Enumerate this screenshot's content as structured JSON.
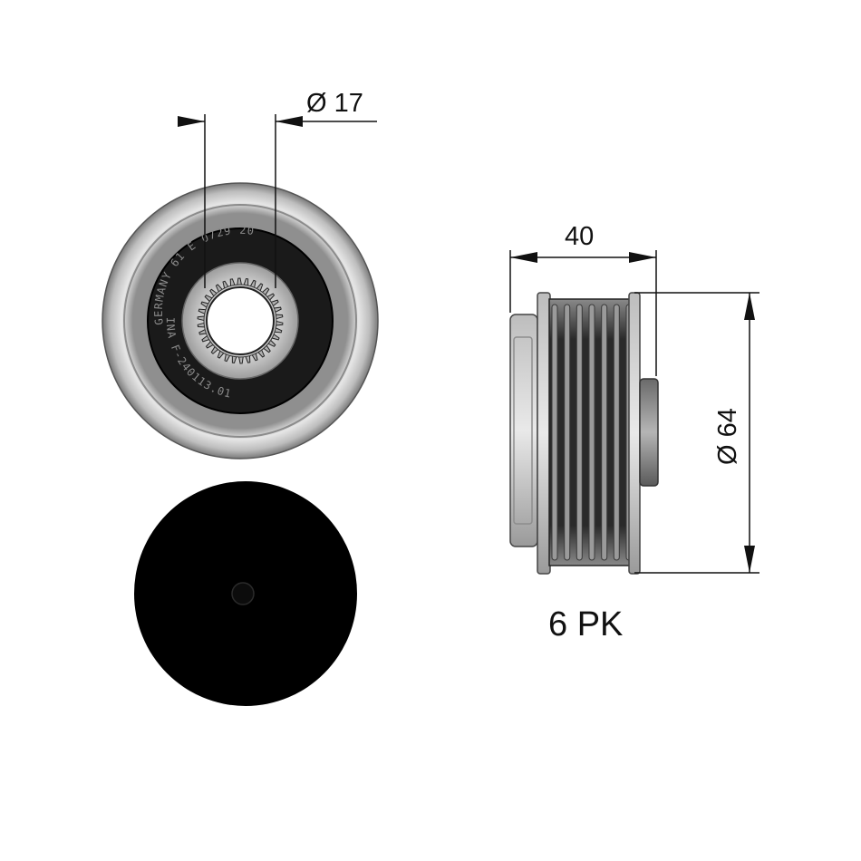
{
  "dimensions": {
    "bore_diameter": "Ø 17",
    "width": "40",
    "outer_diameter": "Ø 64"
  },
  "profile_label": "6 PK",
  "engraving": {
    "top": "GERMANY 61 E 0729 20",
    "bottom": "INA F-240113.01"
  },
  "colors": {
    "line": "#111111",
    "housing": "#c9c9c9",
    "seal": "#1a1a1a",
    "cap": "#000000"
  },
  "groove_count": 6
}
